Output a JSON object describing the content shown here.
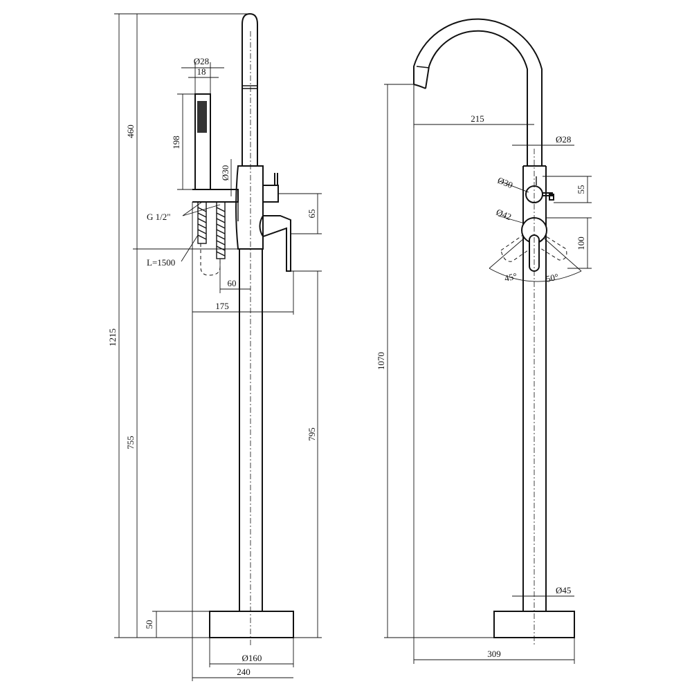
{
  "drawing": {
    "side_view": {
      "labels": {
        "total_height": "1215",
        "upper_height": "460",
        "lower_height": "755",
        "base_height": "50",
        "body_height": "795",
        "hand_shower_length": "198",
        "hand_shower_diameter": "Ø28",
        "hand_shower_width": "18",
        "holder_diameter": "Ø30",
        "thread": "G 1/2\"",
        "hose_length": "L=1500",
        "handle_offset": "65",
        "holder_offset": "60",
        "handle_projection": "175",
        "base_diameter": "Ø160",
        "base_width": "240"
      }
    },
    "front_view": {
      "labels": {
        "spout_height": "1070",
        "spout_reach": "215",
        "spout_diameter": "Ø28",
        "diverter_diameter": "Ø30",
        "diverter_spacing": "55",
        "mixer_diameter": "Ø42",
        "mixer_height": "100",
        "angle_left": "45°",
        "angle_right": "50°",
        "column_diameter": "Ø45",
        "overall_depth": "309"
      }
    }
  }
}
